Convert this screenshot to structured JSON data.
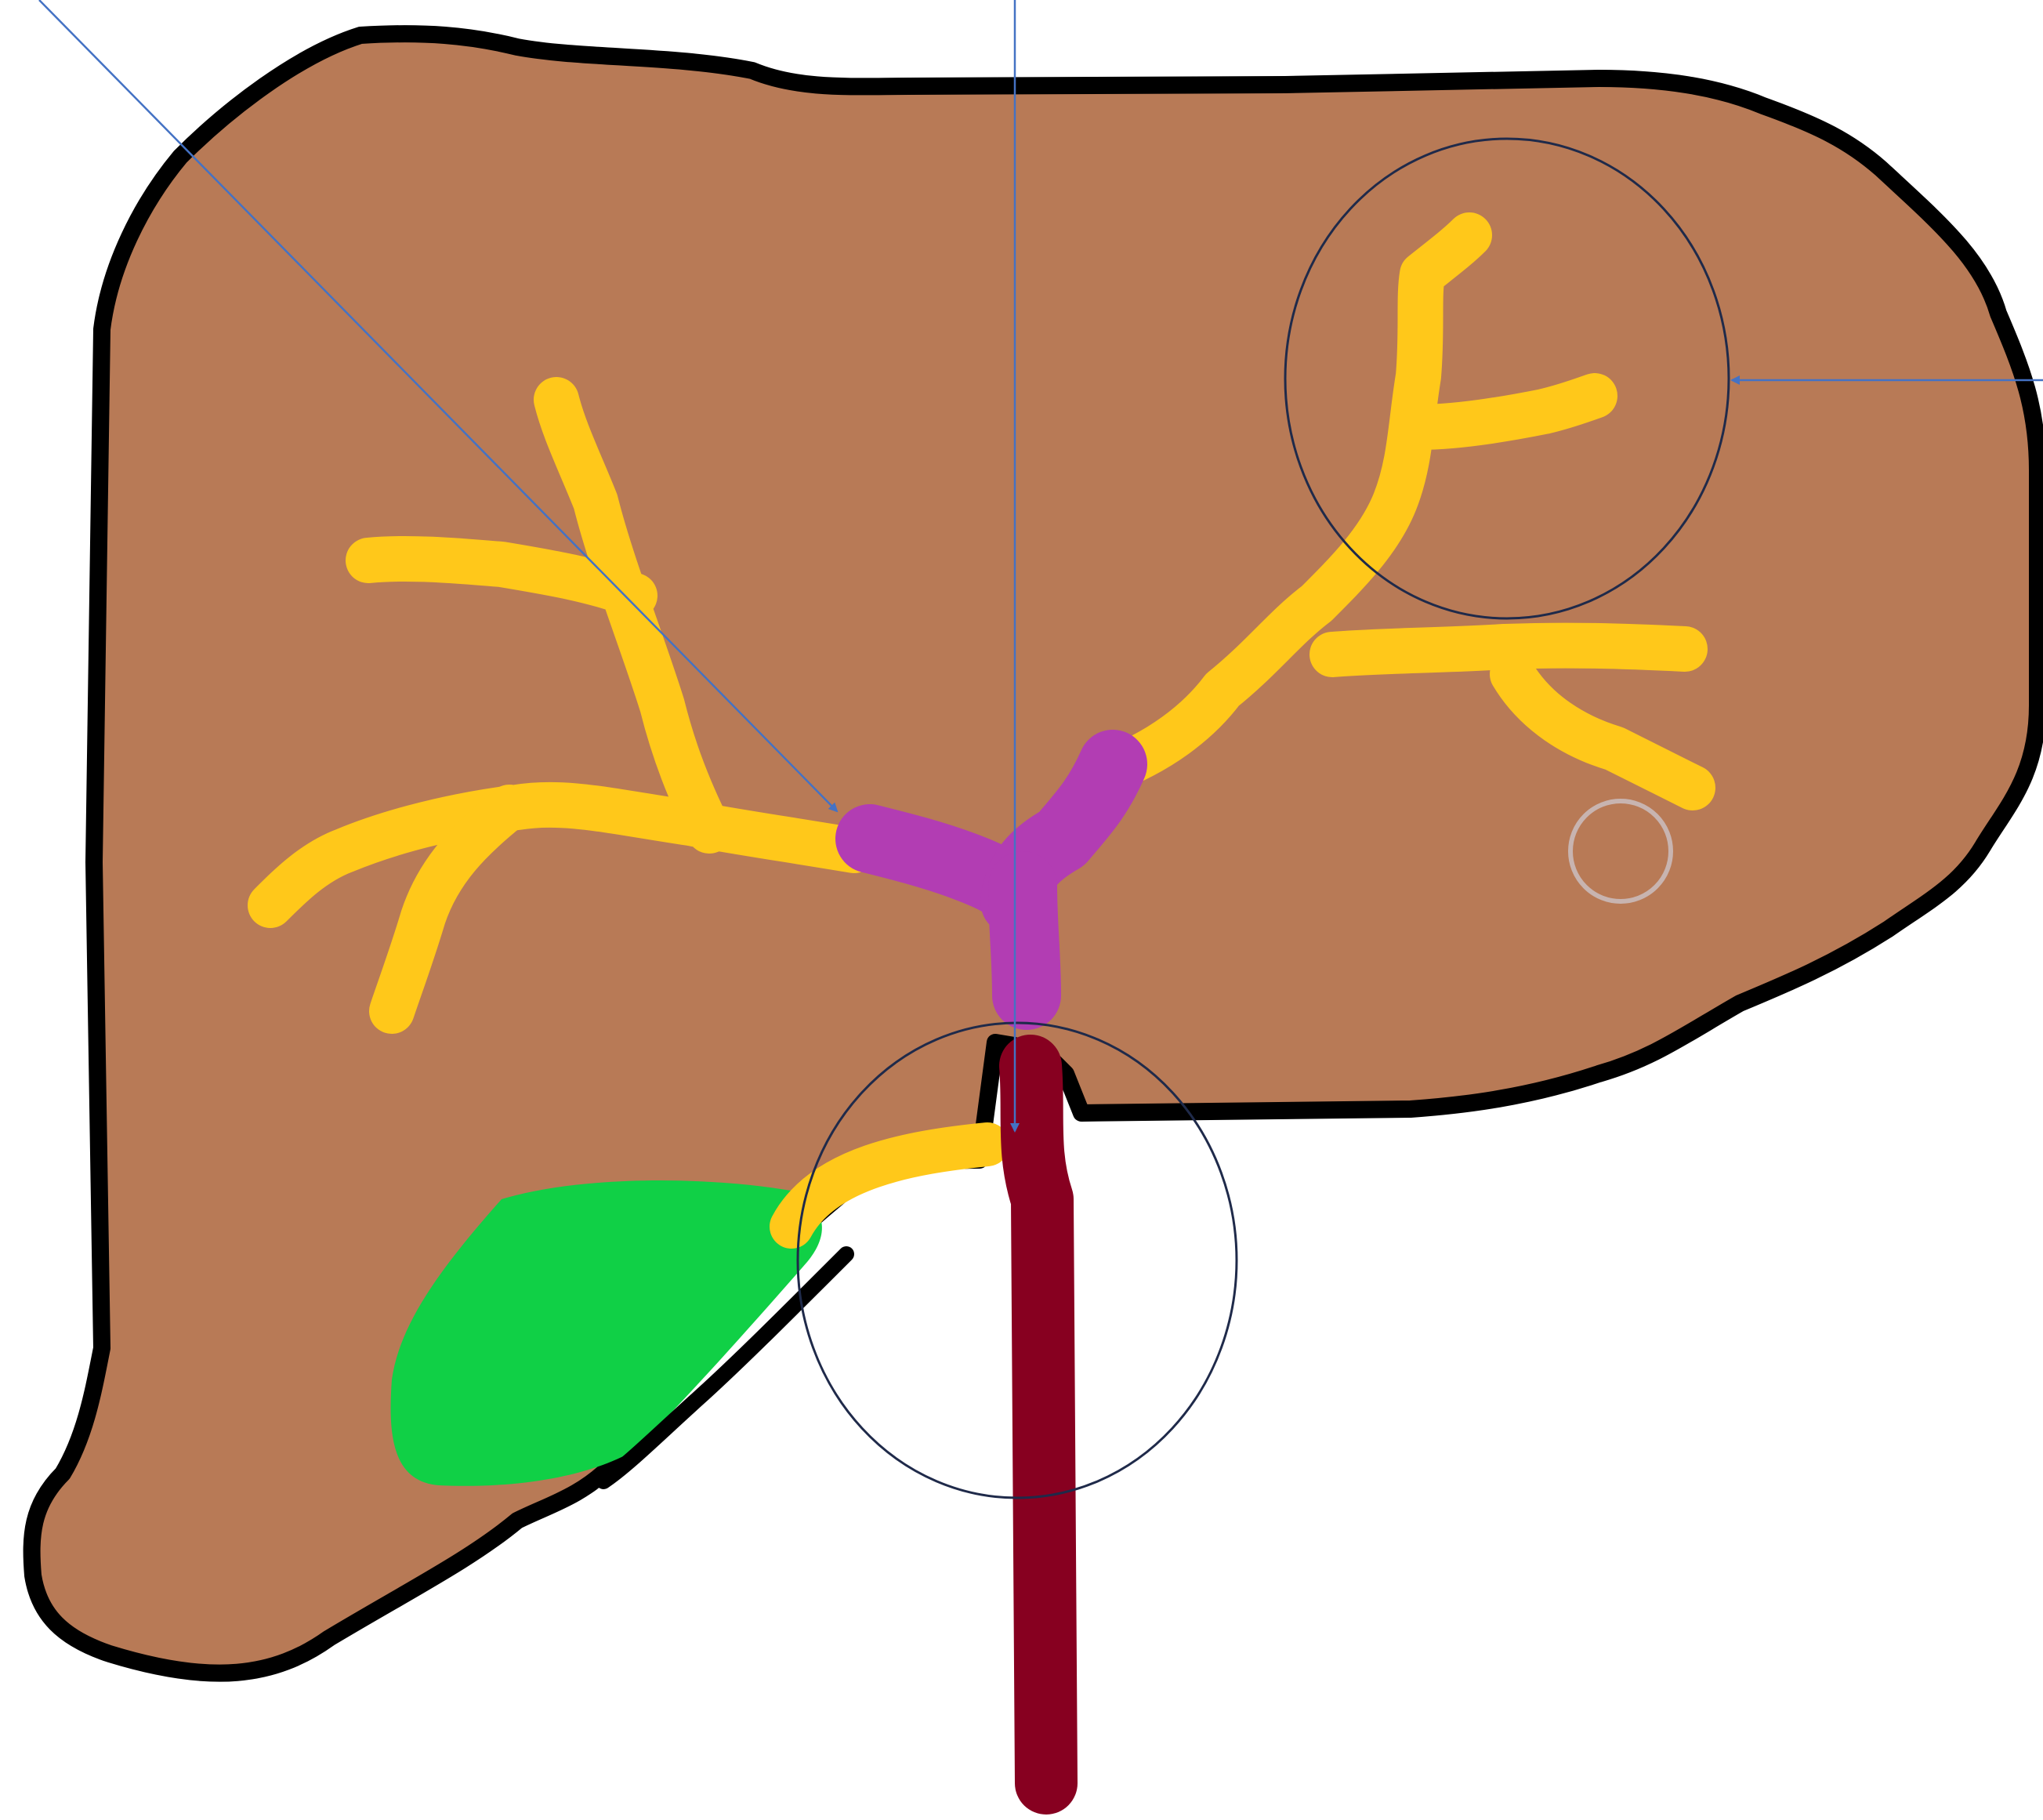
{
  "diagram": {
    "colors": {
      "background": "#ffffff",
      "liver": "#b87a56",
      "liver_outline": "#000000",
      "bile_ducts": "#ffc81a",
      "hilar_confluence": "#b23db3",
      "common_bile_duct": "#870020",
      "gallbladder": "#10d046",
      "pointer_lines": "#4472c4",
      "highlight_circles": "#1f2a4a",
      "marker_ring": "#c8b4b0"
    },
    "icons": {
      "liver": "liver-shape",
      "gallbladder": "gallbladder-shape",
      "marker": "ring-marker"
    },
    "labels": []
  }
}
